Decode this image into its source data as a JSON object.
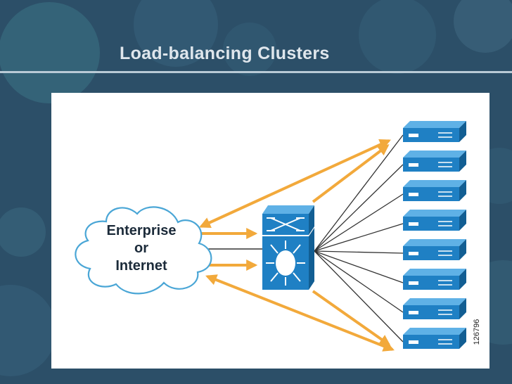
{
  "slide": {
    "title": "Load-balancing Clusters"
  },
  "diagram": {
    "cloud_lines": [
      "Enterprise",
      "or",
      "Internet"
    ],
    "figure_id": "126796",
    "server_count": 8,
    "colors": {
      "arrow": "#f2a93b",
      "device": "#1f80c4",
      "device_dark": "#125e93",
      "device_light": "#5fb1e6",
      "cloud_stroke": "#4aa6d6",
      "link": "#333333"
    }
  }
}
